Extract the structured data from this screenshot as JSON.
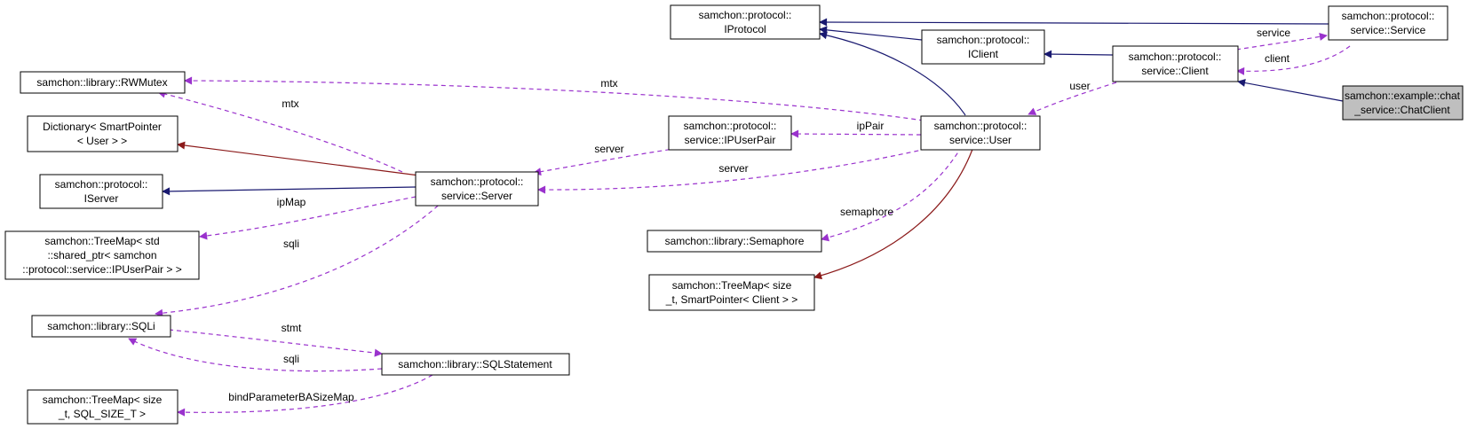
{
  "nodes": {
    "iprotocol": [
      "samchon::protocol::",
      "IProtocol"
    ],
    "service": [
      "samchon::protocol::",
      "service::Service"
    ],
    "iclient": [
      "samchon::protocol::",
      "IClient"
    ],
    "client": [
      "samchon::protocol::",
      "service::Client"
    ],
    "chatclient": [
      "samchon::example::chat",
      "_service::ChatClient"
    ],
    "rwmutex": [
      "samchon::library::RWMutex"
    ],
    "dictionary": [
      "Dictionary< SmartPointer",
      "< User > >"
    ],
    "ipuserpair": [
      "samchon::protocol::",
      "service::IPUserPair"
    ],
    "user": [
      "samchon::protocol::",
      "service::User"
    ],
    "iserver": [
      "samchon::protocol::",
      "IServer"
    ],
    "server": [
      "samchon::protocol::",
      "service::Server"
    ],
    "treemap_ip": [
      "samchon::TreeMap< std",
      "::shared_ptr< samchon",
      "::protocol::service::IPUserPair > >"
    ],
    "semaphore": [
      "samchon::library::Semaphore"
    ],
    "treemap_client": [
      "samchon::TreeMap< size",
      "_t, SmartPointer< Client > >"
    ],
    "sqli": [
      "samchon::library::SQLi"
    ],
    "sqlstatement": [
      "samchon::library::SQLStatement"
    ],
    "treemap_size": [
      "samchon::TreeMap< size",
      "_t, SQL_SIZE_T >"
    ]
  },
  "edge_labels": {
    "service": "service",
    "client": "client",
    "mtx_user": "mtx",
    "user": "user",
    "mtx_server": "mtx",
    "ippair": "ipPair",
    "server_ipuserpair": "server",
    "server_user": "server",
    "ipmap": "ipMap",
    "sqli_server": "sqli",
    "semaphore": "semaphore",
    "stmt": "stmt",
    "sqli_stmt": "sqli",
    "bindparam": "bindParameterBASizeMap"
  },
  "colors": {
    "inheritance": "#191970",
    "containment": "#8b1a1a",
    "usage": "#9a32cd",
    "focus_fill": "#bfbfbf"
  }
}
